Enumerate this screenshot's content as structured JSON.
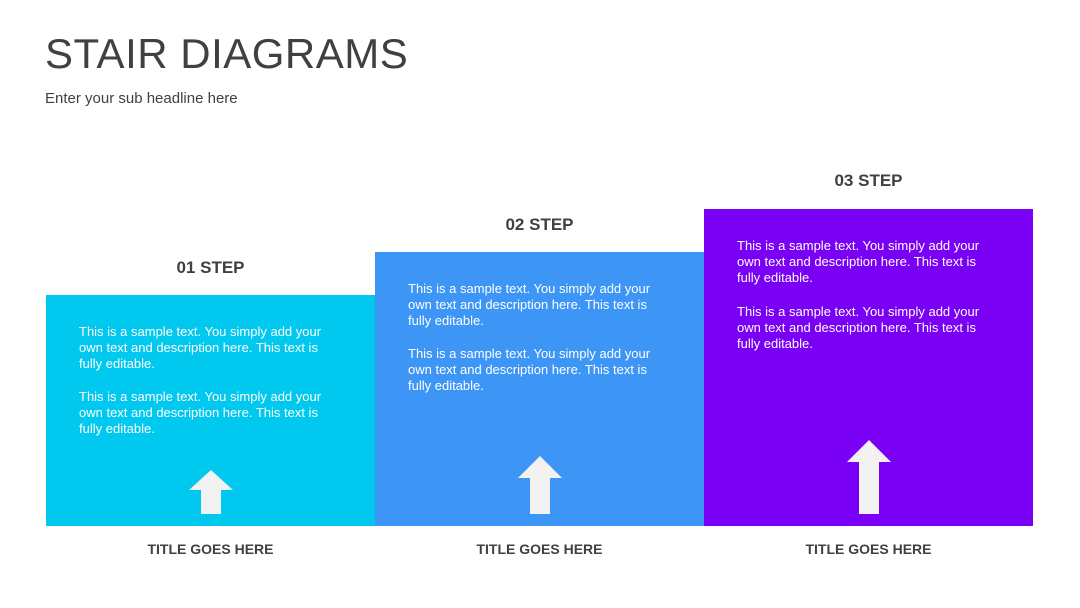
{
  "header": {
    "title": "STAIR DIAGRAMS",
    "subtitle": "Enter your sub headline here"
  },
  "steps": [
    {
      "label": "01 STEP",
      "color": "#00C8EE",
      "paragraph1": "This is a sample text. You simply add your own text and description here. This text is fully editable.",
      "paragraph2": "This is a sample text. You simply add your own text and description here. This text is fully editable.",
      "icon": "arrow-up-icon",
      "title": "TITLE GOES HERE"
    },
    {
      "label": "02 STEP",
      "color": "#3D95F5",
      "paragraph1": "This is a sample text. You simply add your own text and description here. This text is fully editable.",
      "paragraph2": "This is a sample text. You simply add your own text and description here. This text is fully editable.",
      "icon": "arrow-up-icon",
      "title": "TITLE GOES HERE"
    },
    {
      "label": "03 STEP",
      "color": "#7A00F5",
      "paragraph1": "This is a sample text. You simply add your own text and description here. This text is fully editable.",
      "paragraph2": "This is a sample text. You simply add your own text and description here. This text is fully editable.",
      "icon": "arrow-up-icon",
      "title": "TITLE GOES HERE"
    }
  ]
}
